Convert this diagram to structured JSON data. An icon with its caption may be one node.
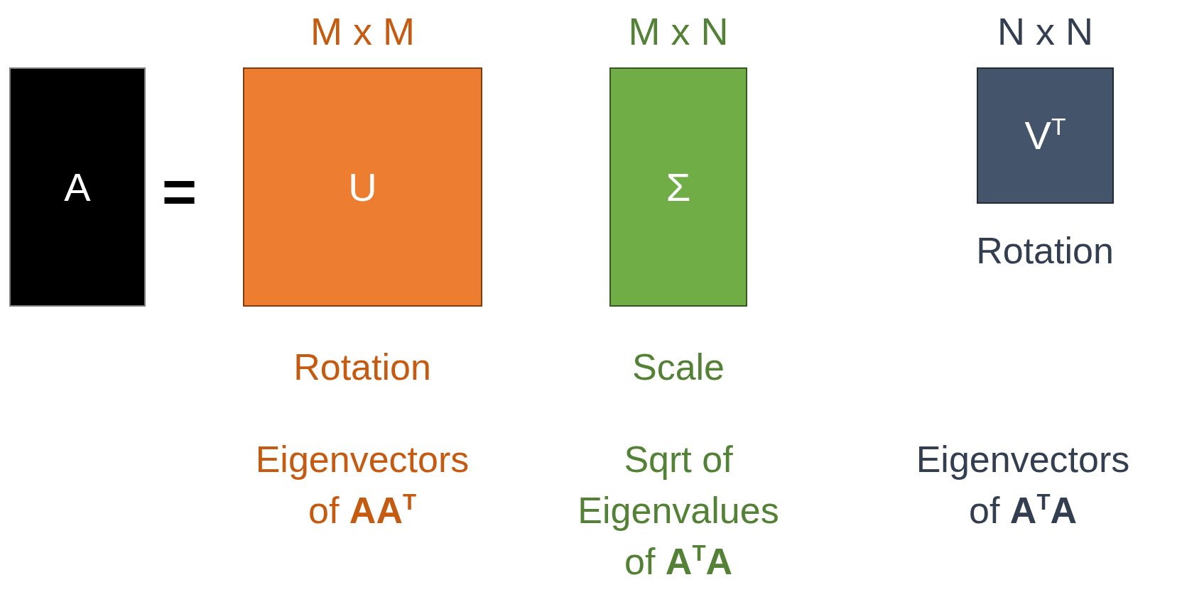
{
  "diagram": {
    "nodes": [
      {
        "text": [
          "A"
        ]
      },
      {
        "text": [
          "M x M",
          "U"
        ],
        "beside": [
          "Rotation",
          "Eigenvectors of **AA**$^{T}$"
        ]
      },
      {
        "text": [
          "M x N",
          "Σ"
        ],
        "beside": [
          "Scale",
          "Sqrt of Eigenvalues of **A**$^{T}$**A**"
        ]
      },
      {
        "text": [
          "N x N",
          "V$^{T}$"
        ],
        "beside": [
          "Rotation"
        ]
      }
    ],
    "labels": [
      "=",
      "Eigenvectors of **A**$^{T}$**A**"
    ]
  }
}
